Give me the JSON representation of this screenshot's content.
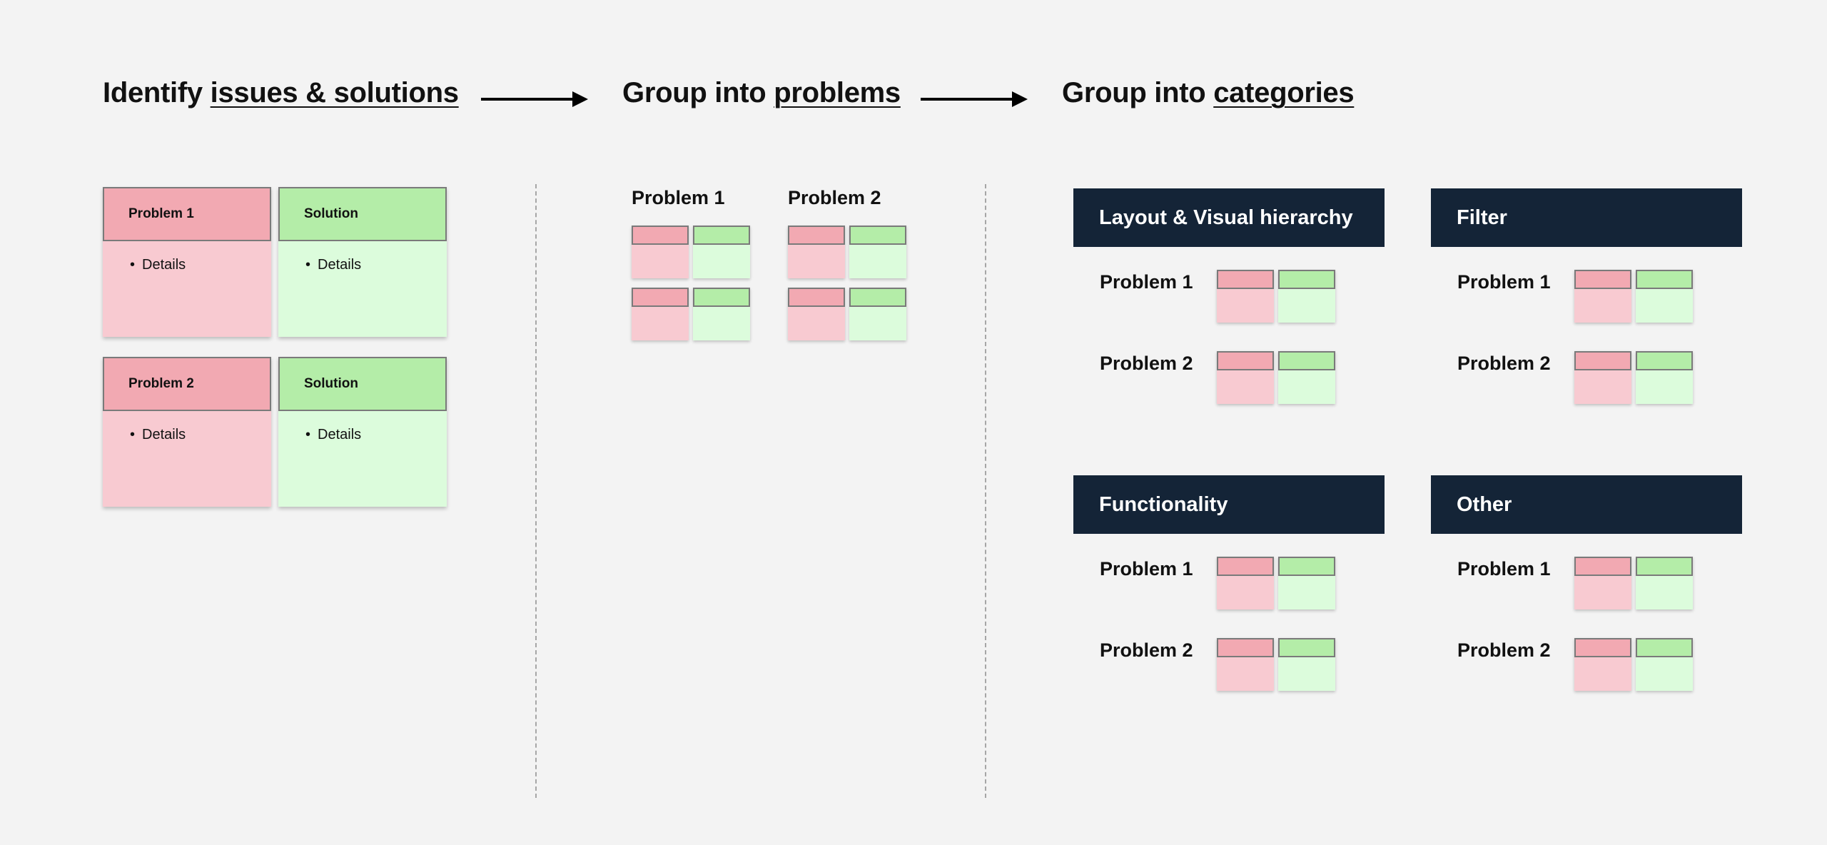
{
  "steps": [
    {
      "prefix": "Identify ",
      "underlined": "issues & solutions"
    },
    {
      "prefix": "Group into ",
      "underlined": "problems"
    },
    {
      "prefix": "Group into ",
      "underlined": "categories"
    }
  ],
  "column1": {
    "cards": [
      {
        "title": "Problem 1",
        "detail": "Details"
      },
      {
        "title": "Solution",
        "detail": "Details"
      },
      {
        "title": "Problem 2",
        "detail": "Details"
      },
      {
        "title": "Solution",
        "detail": "Details"
      }
    ]
  },
  "column2": {
    "groups": [
      {
        "label": "Problem 1"
      },
      {
        "label": "Problem 2"
      }
    ]
  },
  "categories": [
    {
      "title": "Layout & Visual hierarchy",
      "problems": [
        "Problem 1",
        "Problem 2"
      ]
    },
    {
      "title": "Filter",
      "problems": [
        "Problem 1",
        "Problem 2"
      ]
    },
    {
      "title": "Functionality",
      "problems": [
        "Problem 1",
        "Problem 2"
      ]
    },
    {
      "title": "Other",
      "problems": [
        "Problem 1",
        "Problem 2"
      ]
    }
  ],
  "colors": {
    "background": "#f3f3f3",
    "problem_header": "#f2a9b2",
    "problem_body": "#f8cad1",
    "solution_header": "#b4eda8",
    "solution_body": "#dcfcdc",
    "category_header": "#142437"
  }
}
